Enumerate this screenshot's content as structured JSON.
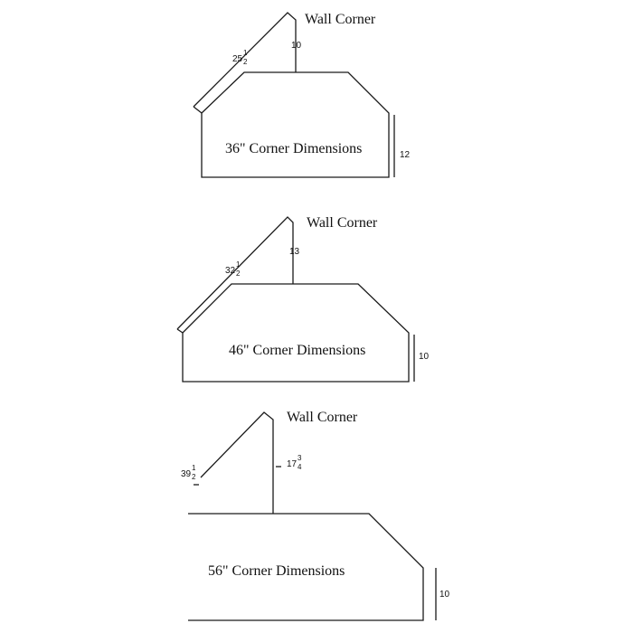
{
  "diagrams": [
    {
      "wall_label": "Wall Corner",
      "title": "36\" Corner Dimensions",
      "dims": {
        "angled_whole": "25",
        "angled_num": "1",
        "angled_den": "2",
        "height": "10",
        "side": "12"
      }
    },
    {
      "wall_label": "Wall Corner",
      "title": "46\" Corner Dimensions",
      "dims": {
        "angled_whole": "32",
        "angled_num": "1",
        "angled_den": "2",
        "height": "13",
        "side": "10"
      }
    },
    {
      "wall_label": "Wall Corner",
      "title": "56\" Corner Dimensions",
      "dims": {
        "angled_whole": "39",
        "angled_num": "1",
        "angled_den": "2",
        "height_whole": "17",
        "height_num": "3",
        "height_den": "4",
        "side": "10"
      }
    }
  ]
}
